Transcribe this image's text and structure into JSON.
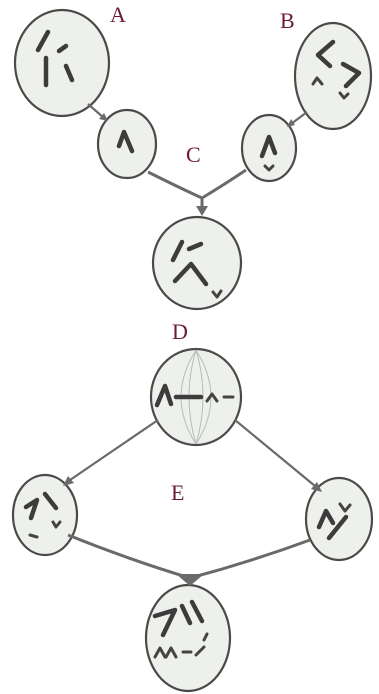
{
  "labels": {
    "a": "A",
    "b": "B",
    "c": "C",
    "d": "D",
    "e": "E"
  },
  "colors": {
    "label": "#6e1a36",
    "outline": "#4a4a4a",
    "chromosome": "#3c3c3c",
    "arrow": "#6a6a6a"
  }
}
